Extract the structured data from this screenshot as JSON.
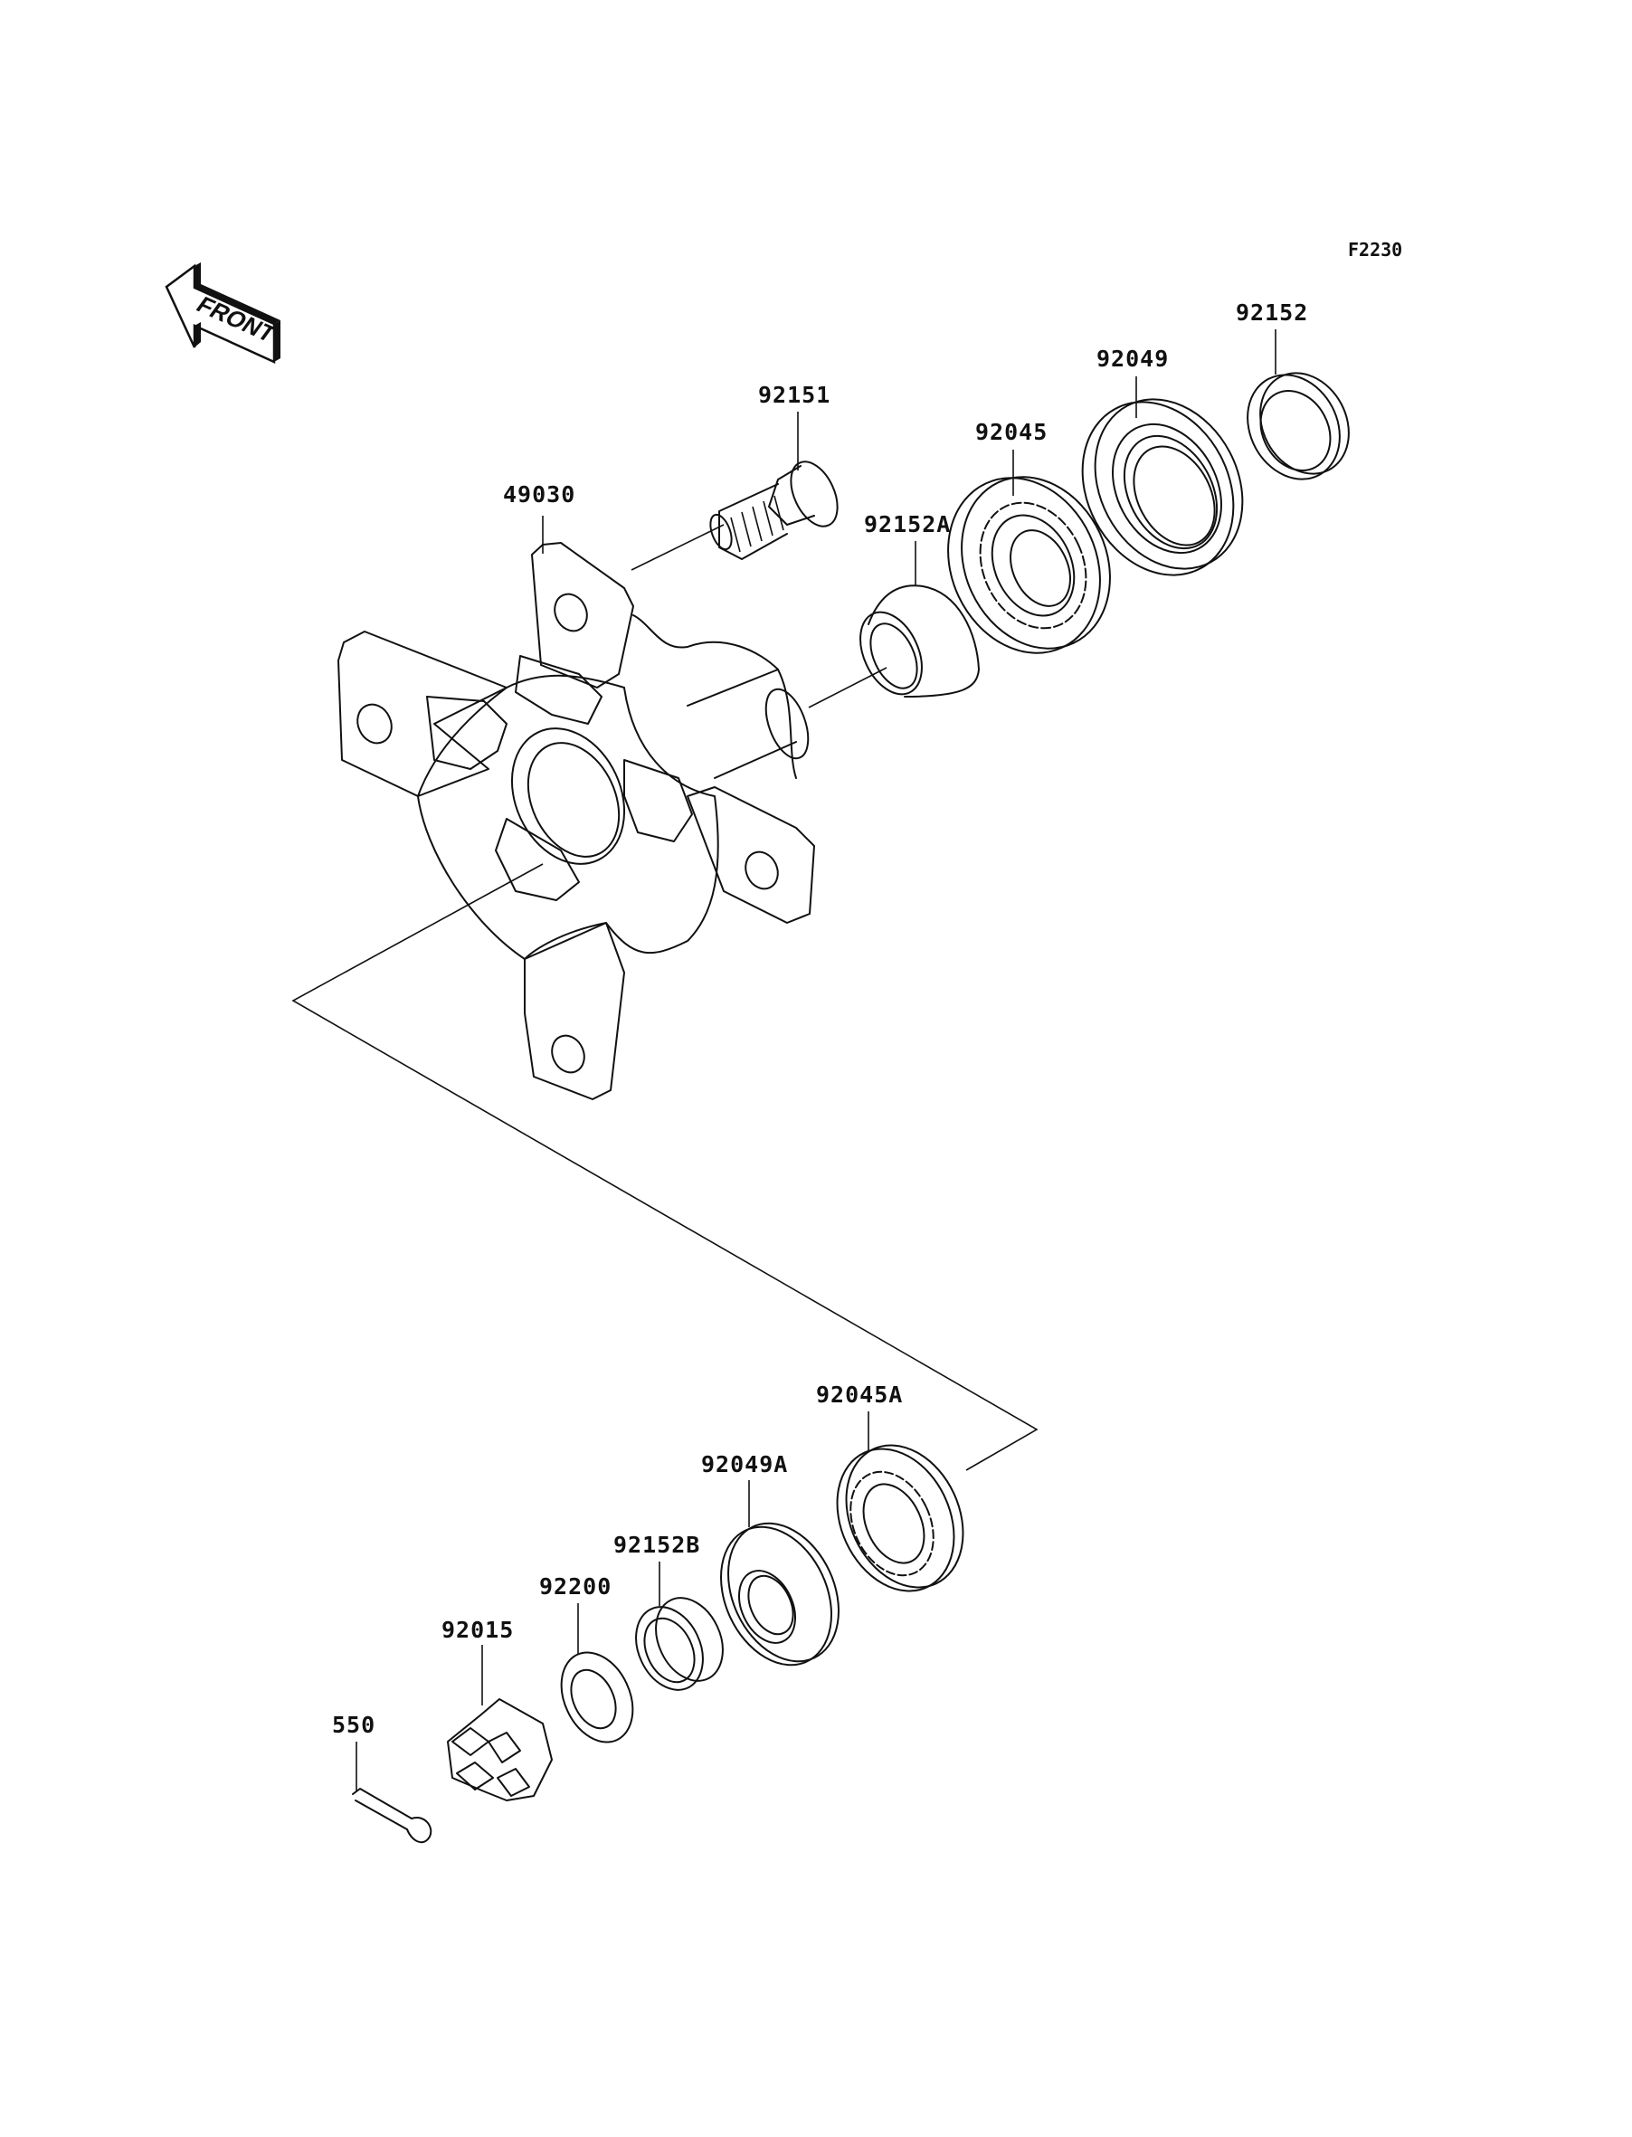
{
  "diagram": {
    "figure_code": "F2230",
    "orientation_label": "FRONT",
    "parts": [
      {
        "id": "49030",
        "label": "49030",
        "description": "hub"
      },
      {
        "id": "92151",
        "label": "92151",
        "description": "wheel stud bolt"
      },
      {
        "id": "92152A",
        "label": "92152A",
        "description": "collar (tapered)"
      },
      {
        "id": "92045",
        "label": "92045",
        "description": "ball bearing"
      },
      {
        "id": "92049",
        "label": "92049",
        "description": "oil seal"
      },
      {
        "id": "92152",
        "label": "92152",
        "description": "collar"
      },
      {
        "id": "92045A",
        "label": "92045A",
        "description": "ball bearing"
      },
      {
        "id": "92049A",
        "label": "92049A",
        "description": "oil seal"
      },
      {
        "id": "92152B",
        "label": "92152B",
        "description": "collar"
      },
      {
        "id": "92200",
        "label": "92200",
        "description": "washer"
      },
      {
        "id": "92015",
        "label": "92015",
        "description": "castle nut"
      },
      {
        "id": "550",
        "label": "550",
        "description": "cotter pin"
      }
    ]
  }
}
